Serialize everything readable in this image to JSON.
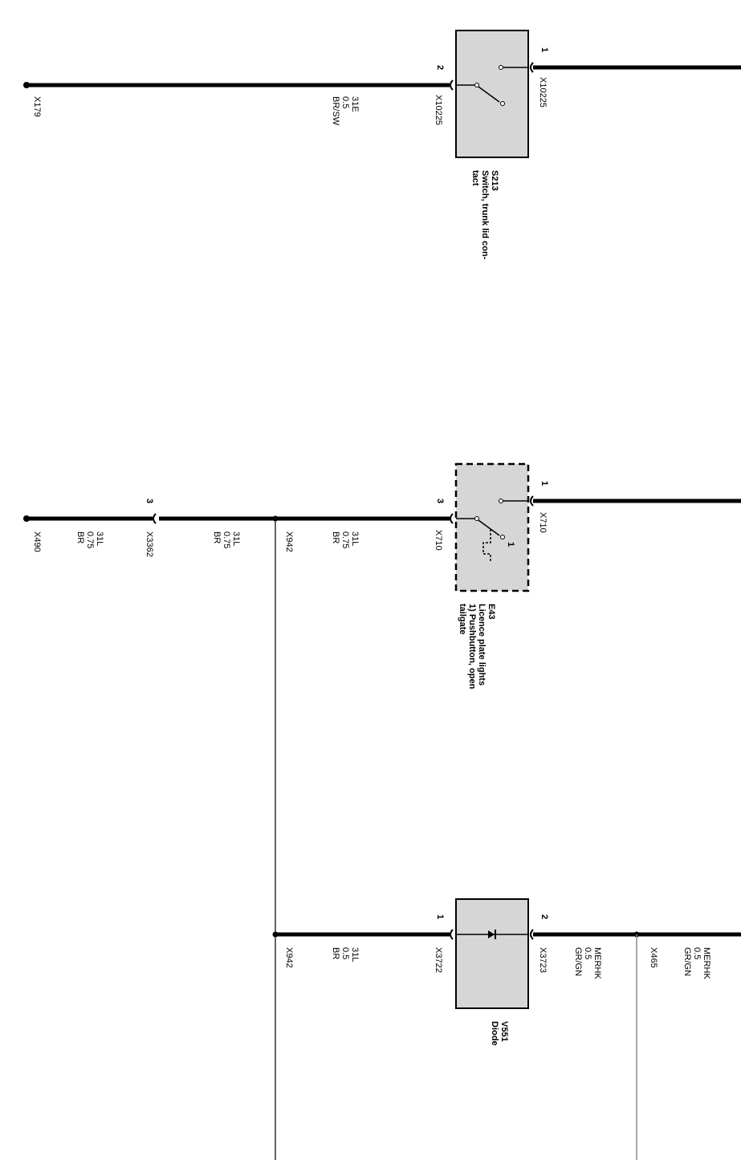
{
  "components": {
    "s213": {
      "id": "S213",
      "name_lines": [
        "Switch, trunk lid con-",
        "tact"
      ],
      "pin_top": "1",
      "pin_bottom": "2",
      "connector_top": "X10225",
      "connector_bottom": "X10225"
    },
    "e43": {
      "id": "E43",
      "name_lines": [
        "Licence plate lights",
        "1) Pushbutton, open",
        "tailgate"
      ],
      "pin_top": "1",
      "pin_bottom": "3",
      "inner_pin": "1",
      "connector_top": "X710",
      "connector_bottom": "X710"
    },
    "v551": {
      "id": "V551",
      "name_lines": [
        "Diode"
      ],
      "pin_top": "2",
      "pin_bottom": "1",
      "connector_top": "X3723",
      "connector_bottom": "X3722"
    }
  },
  "wires": {
    "w1": {
      "lines": [
        "31E",
        "0.5",
        "BR/SW"
      ]
    },
    "w2": {
      "lines": [
        "31L",
        "0.75",
        "BR"
      ]
    },
    "w3": {
      "lines": [
        "31L",
        "0.75",
        "BR"
      ]
    },
    "w4": {
      "lines": [
        "31L",
        "0.75",
        "BR"
      ]
    },
    "w5": {
      "lines": [
        "31L",
        "0.5",
        "BR"
      ]
    },
    "w6": {
      "lines": [
        "MERHK",
        "0.5",
        "GR/GN"
      ]
    },
    "w7": {
      "lines": [
        "MERHK",
        "0.5",
        "GR/GN"
      ]
    }
  },
  "connectors": {
    "x179": "X179",
    "x490": "X490",
    "x3362": "X3362",
    "x3362_pin": "3",
    "x942_a": "X942",
    "x942_b": "X942",
    "x465": "X465"
  }
}
